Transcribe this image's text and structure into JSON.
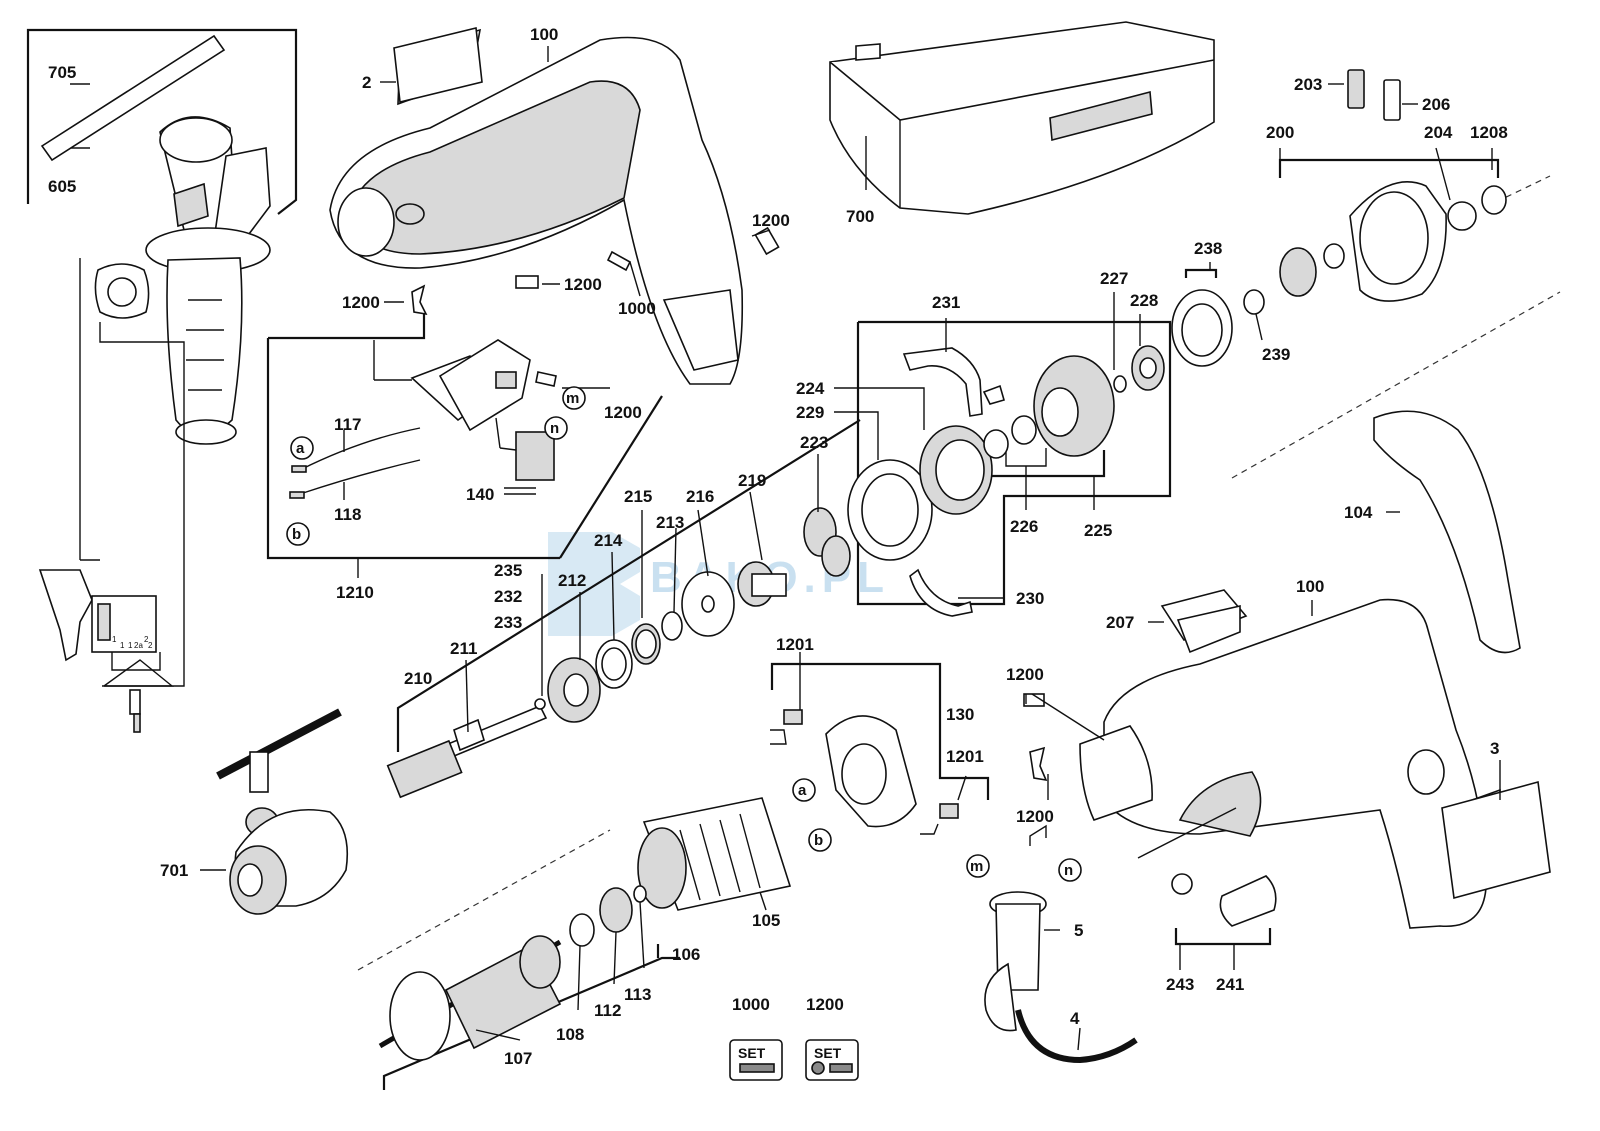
{
  "watermark": "BAKO.PL",
  "callouts": [
    {
      "id": "c705",
      "text": "705"
    },
    {
      "id": "c605",
      "text": "605"
    },
    {
      "id": "c2",
      "text": "2"
    },
    {
      "id": "c100a",
      "text": "100"
    },
    {
      "id": "c1200a",
      "text": "1200"
    },
    {
      "id": "c1200b",
      "text": "1200"
    },
    {
      "id": "c1200c",
      "text": "1200"
    },
    {
      "id": "c1000",
      "text": "1000"
    },
    {
      "id": "c700",
      "text": "700"
    },
    {
      "id": "c203",
      "text": "203"
    },
    {
      "id": "c206",
      "text": "206"
    },
    {
      "id": "c200",
      "text": "200"
    },
    {
      "id": "c204",
      "text": "204"
    },
    {
      "id": "c1208",
      "text": "1208"
    },
    {
      "id": "c238",
      "text": "238"
    },
    {
      "id": "c227",
      "text": "227"
    },
    {
      "id": "c228",
      "text": "228"
    },
    {
      "id": "c239",
      "text": "239"
    },
    {
      "id": "c231",
      "text": "231"
    },
    {
      "id": "c224",
      "text": "224"
    },
    {
      "id": "c229",
      "text": "229"
    },
    {
      "id": "c223",
      "text": "223"
    },
    {
      "id": "c226",
      "text": "226"
    },
    {
      "id": "c225",
      "text": "225"
    },
    {
      "id": "c230",
      "text": "230"
    },
    {
      "id": "c104",
      "text": "104"
    },
    {
      "id": "c1200d",
      "text": "1200"
    },
    {
      "id": "c117",
      "text": "117"
    },
    {
      "id": "c118",
      "text": "118"
    },
    {
      "id": "c140",
      "text": "140"
    },
    {
      "id": "c1210",
      "text": "1210"
    },
    {
      "id": "c215",
      "text": "215"
    },
    {
      "id": "c216",
      "text": "216"
    },
    {
      "id": "c219",
      "text": "219"
    },
    {
      "id": "c214",
      "text": "214"
    },
    {
      "id": "c213",
      "text": "213"
    },
    {
      "id": "c235",
      "text": "235"
    },
    {
      "id": "c232",
      "text": "232"
    },
    {
      "id": "c233",
      "text": "233"
    },
    {
      "id": "c212",
      "text": "212"
    },
    {
      "id": "c211",
      "text": "211"
    },
    {
      "id": "c210",
      "text": "210"
    },
    {
      "id": "c207",
      "text": "207"
    },
    {
      "id": "c100b",
      "text": "100"
    },
    {
      "id": "c1200e",
      "text": "1200"
    },
    {
      "id": "c1200f",
      "text": "1200"
    },
    {
      "id": "c1201a",
      "text": "1201"
    },
    {
      "id": "c130",
      "text": "130"
    },
    {
      "id": "c1201b",
      "text": "1201"
    },
    {
      "id": "c3",
      "text": "3"
    },
    {
      "id": "c701",
      "text": "701"
    },
    {
      "id": "c105",
      "text": "105"
    },
    {
      "id": "c106",
      "text": "106"
    },
    {
      "id": "c113",
      "text": "113"
    },
    {
      "id": "c112",
      "text": "112"
    },
    {
      "id": "c108",
      "text": "108"
    },
    {
      "id": "c107",
      "text": "107"
    },
    {
      "id": "c1000b",
      "text": "1000"
    },
    {
      "id": "c1200g",
      "text": "1200"
    },
    {
      "id": "c5",
      "text": "5"
    },
    {
      "id": "c4",
      "text": "4"
    },
    {
      "id": "c243",
      "text": "243"
    },
    {
      "id": "c241",
      "text": "241"
    }
  ],
  "circle_labels": [
    {
      "id": "ca1",
      "text": "a"
    },
    {
      "id": "cb1",
      "text": "b"
    },
    {
      "id": "cm1",
      "text": "m"
    },
    {
      "id": "cn1",
      "text": "n"
    },
    {
      "id": "ca2",
      "text": "a"
    },
    {
      "id": "cb2",
      "text": "b"
    },
    {
      "id": "cm2",
      "text": "m"
    },
    {
      "id": "cn2",
      "text": "n"
    }
  ],
  "switch_terminals": [
    "1",
    "1",
    "1",
    "2a",
    "2",
    "2"
  ],
  "set_badges": [
    {
      "id": "s1000",
      "text": "SET"
    },
    {
      "id": "s1200",
      "text": "SET"
    }
  ]
}
